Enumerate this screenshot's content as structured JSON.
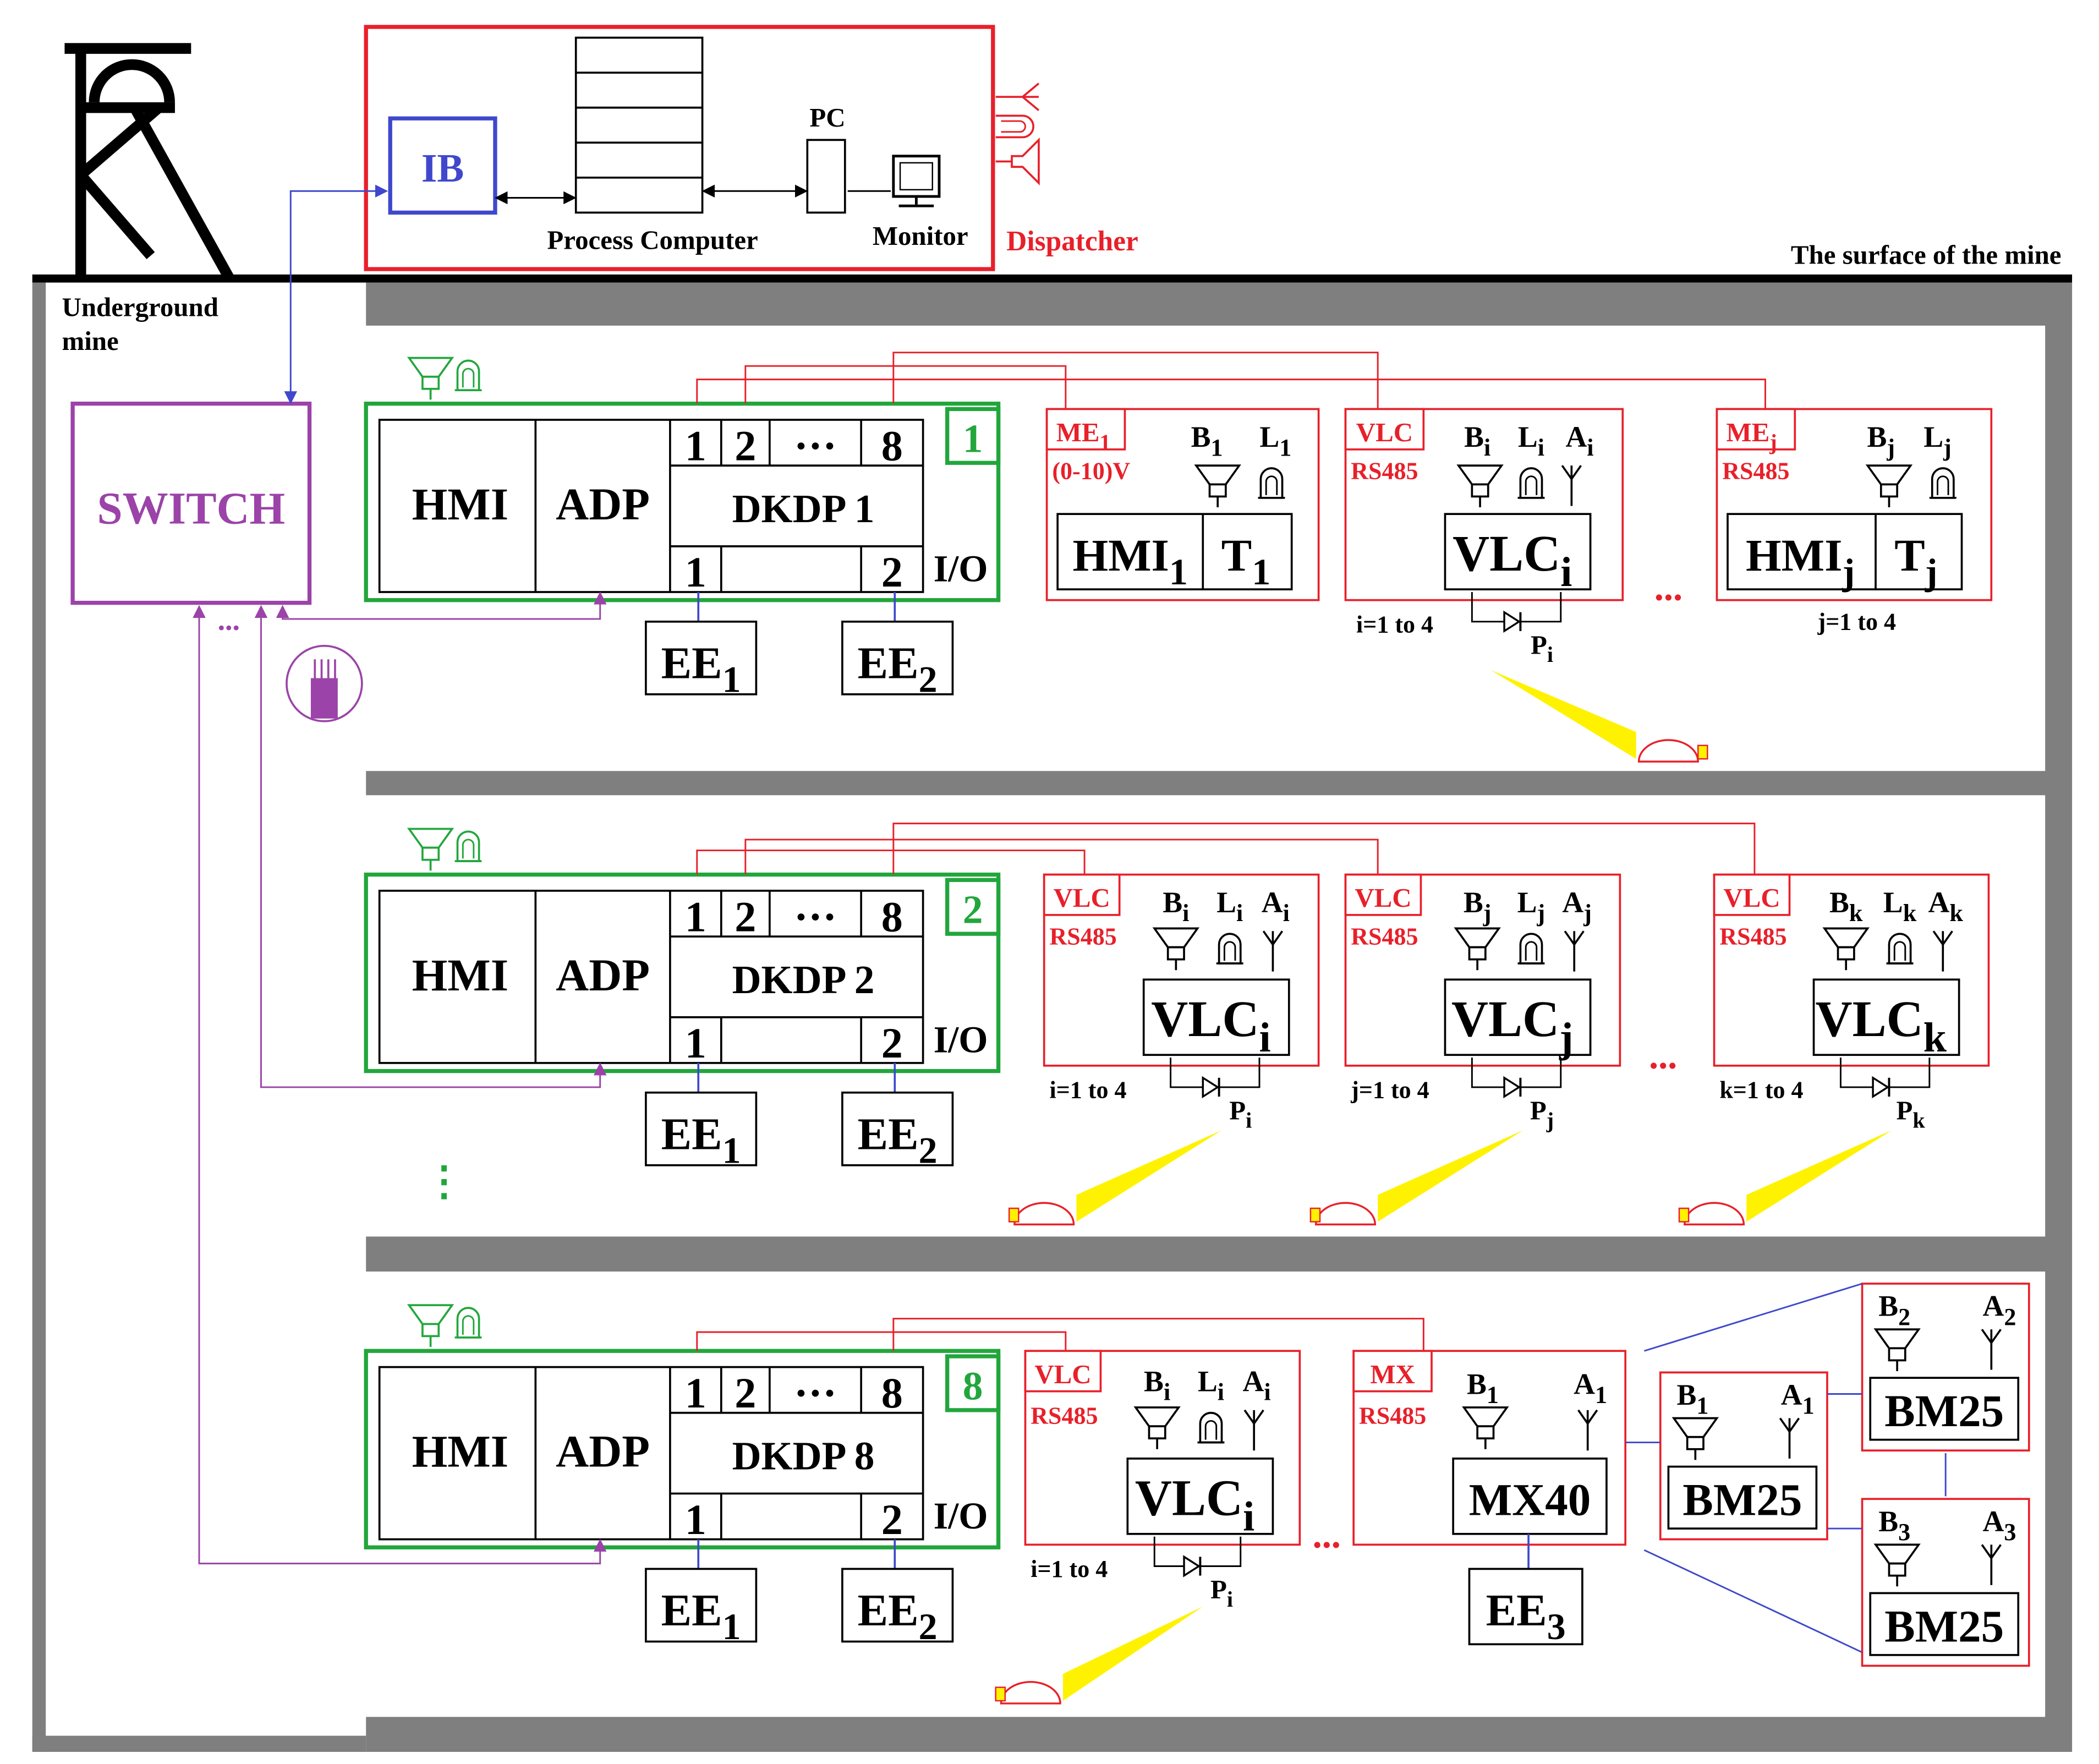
{
  "colors": {
    "black": "#000000",
    "red": "#e8202a",
    "green": "#22a63c",
    "blue": "#3f48cc",
    "purple": "#9b43a8",
    "gray": "#7f7f7f",
    "yellow": "#fff200"
  },
  "surface": {
    "process_computer": "Process Computer",
    "pc": "PC",
    "monitor": "Monitor",
    "ib": "IB",
    "dispatcher": "Dispatcher",
    "surface_label": "The surface of the mine",
    "underground_label_1": "Underground",
    "underground_label_2": "mine",
    "switch": "SWITCH",
    "dots": "..."
  },
  "icons": [
    "headframe-icon",
    "speaker-icon",
    "lamp-icon",
    "antenna-icon",
    "diode-icon",
    "helmet-lamp-icon",
    "network-device-icon"
  ],
  "levels": [
    {
      "id": "1",
      "main": "HMI",
      "adp": "ADP",
      "dkdp": "DKDP 1",
      "ports": [
        "1",
        "2",
        "···",
        "8"
      ],
      "io": "I/O",
      "io_ports": [
        "1",
        "2"
      ],
      "ee": [
        {
          "base": "EE",
          "sub": "1"
        },
        {
          "base": "EE",
          "sub": "2"
        }
      ],
      "devices": [
        {
          "tag": "ME",
          "tag_sub": "1",
          "extra": "(0-10)V",
          "b": "B",
          "b_sub": "1",
          "l": "L",
          "l_sub": "1",
          "main": "HMI",
          "main_sub": "1",
          "second": "T",
          "second_sub": "1"
        },
        {
          "tag": "VLC",
          "extra": "RS485",
          "b": "B",
          "b_sub": "i",
          "l": "L",
          "l_sub": "i",
          "a": "A",
          "a_sub": "i",
          "main": "VLC",
          "main_sub": "i",
          "range": "i=1 to 4",
          "p": "P",
          "p_sub": "i"
        },
        {
          "tag": "ME",
          "tag_sub": "j",
          "extra": "RS485",
          "b": "B",
          "b_sub": "j",
          "l": "L",
          "l_sub": "j",
          "main": "HMI",
          "main_sub": "j",
          "second": "T",
          "second_sub": "j",
          "range": "j=1 to 4"
        }
      ],
      "ellipsis": "..."
    },
    {
      "id": "2",
      "main": "HMI",
      "adp": "ADP",
      "dkdp": "DKDP 2",
      "ports": [
        "1",
        "2",
        "···",
        "8"
      ],
      "io": "I/O",
      "io_ports": [
        "1",
        "2"
      ],
      "ee": [
        {
          "base": "EE",
          "sub": "1"
        },
        {
          "base": "EE",
          "sub": "2"
        }
      ],
      "devices": [
        {
          "tag": "VLC",
          "extra": "RS485",
          "b": "B",
          "b_sub": "i",
          "l": "L",
          "l_sub": "i",
          "a": "A",
          "a_sub": "i",
          "main": "VLC",
          "main_sub": "i",
          "range": "i=1 to 4",
          "p": "P",
          "p_sub": "i"
        },
        {
          "tag": "VLC",
          "extra": "RS485",
          "b": "B",
          "b_sub": "j",
          "l": "L",
          "l_sub": "j",
          "a": "A",
          "a_sub": "j",
          "main": "VLC",
          "main_sub": "j",
          "range": "j=1 to 4",
          "p": "P",
          "p_sub": "j"
        },
        {
          "tag": "VLC",
          "extra": "RS485",
          "b": "B",
          "b_sub": "k",
          "l": "L",
          "l_sub": "k",
          "a": "A",
          "a_sub": "k",
          "main": "VLC",
          "main_sub": "k",
          "range": "k=1 to 4",
          "p": "P",
          "p_sub": "k"
        }
      ],
      "ellipsis": "...",
      "vdots": "⋮"
    },
    {
      "id": "8",
      "main": "HMI",
      "adp": "ADP",
      "dkdp": "DKDP 8",
      "ports": [
        "1",
        "2",
        "···",
        "8"
      ],
      "io": "I/O",
      "io_ports": [
        "1",
        "2"
      ],
      "ee": [
        {
          "base": "EE",
          "sub": "1"
        },
        {
          "base": "EE",
          "sub": "2"
        }
      ],
      "devices": [
        {
          "tag": "VLC",
          "extra": "RS485",
          "b": "B",
          "b_sub": "i",
          "l": "L",
          "l_sub": "i",
          "a": "A",
          "a_sub": "i",
          "main": "VLC",
          "main_sub": "i",
          "range": "i=1 to 4",
          "p": "P",
          "p_sub": "i"
        },
        {
          "tag": "MX",
          "extra": "RS485",
          "b": "B",
          "b_sub": "1",
          "a": "A",
          "a_sub": "1",
          "main": "MX40",
          "ee3": "EE",
          "ee3_sub": "3"
        }
      ],
      "ellipsis": "...",
      "bm": [
        {
          "name": "BM25",
          "b": "B",
          "b_sub": "1",
          "a": "A",
          "a_sub": "1"
        },
        {
          "name": "BM25",
          "b": "B",
          "b_sub": "2",
          "a": "A",
          "a_sub": "2"
        },
        {
          "name": "BM25",
          "b": "B",
          "b_sub": "3",
          "a": "A",
          "a_sub": "3"
        }
      ]
    }
  ]
}
